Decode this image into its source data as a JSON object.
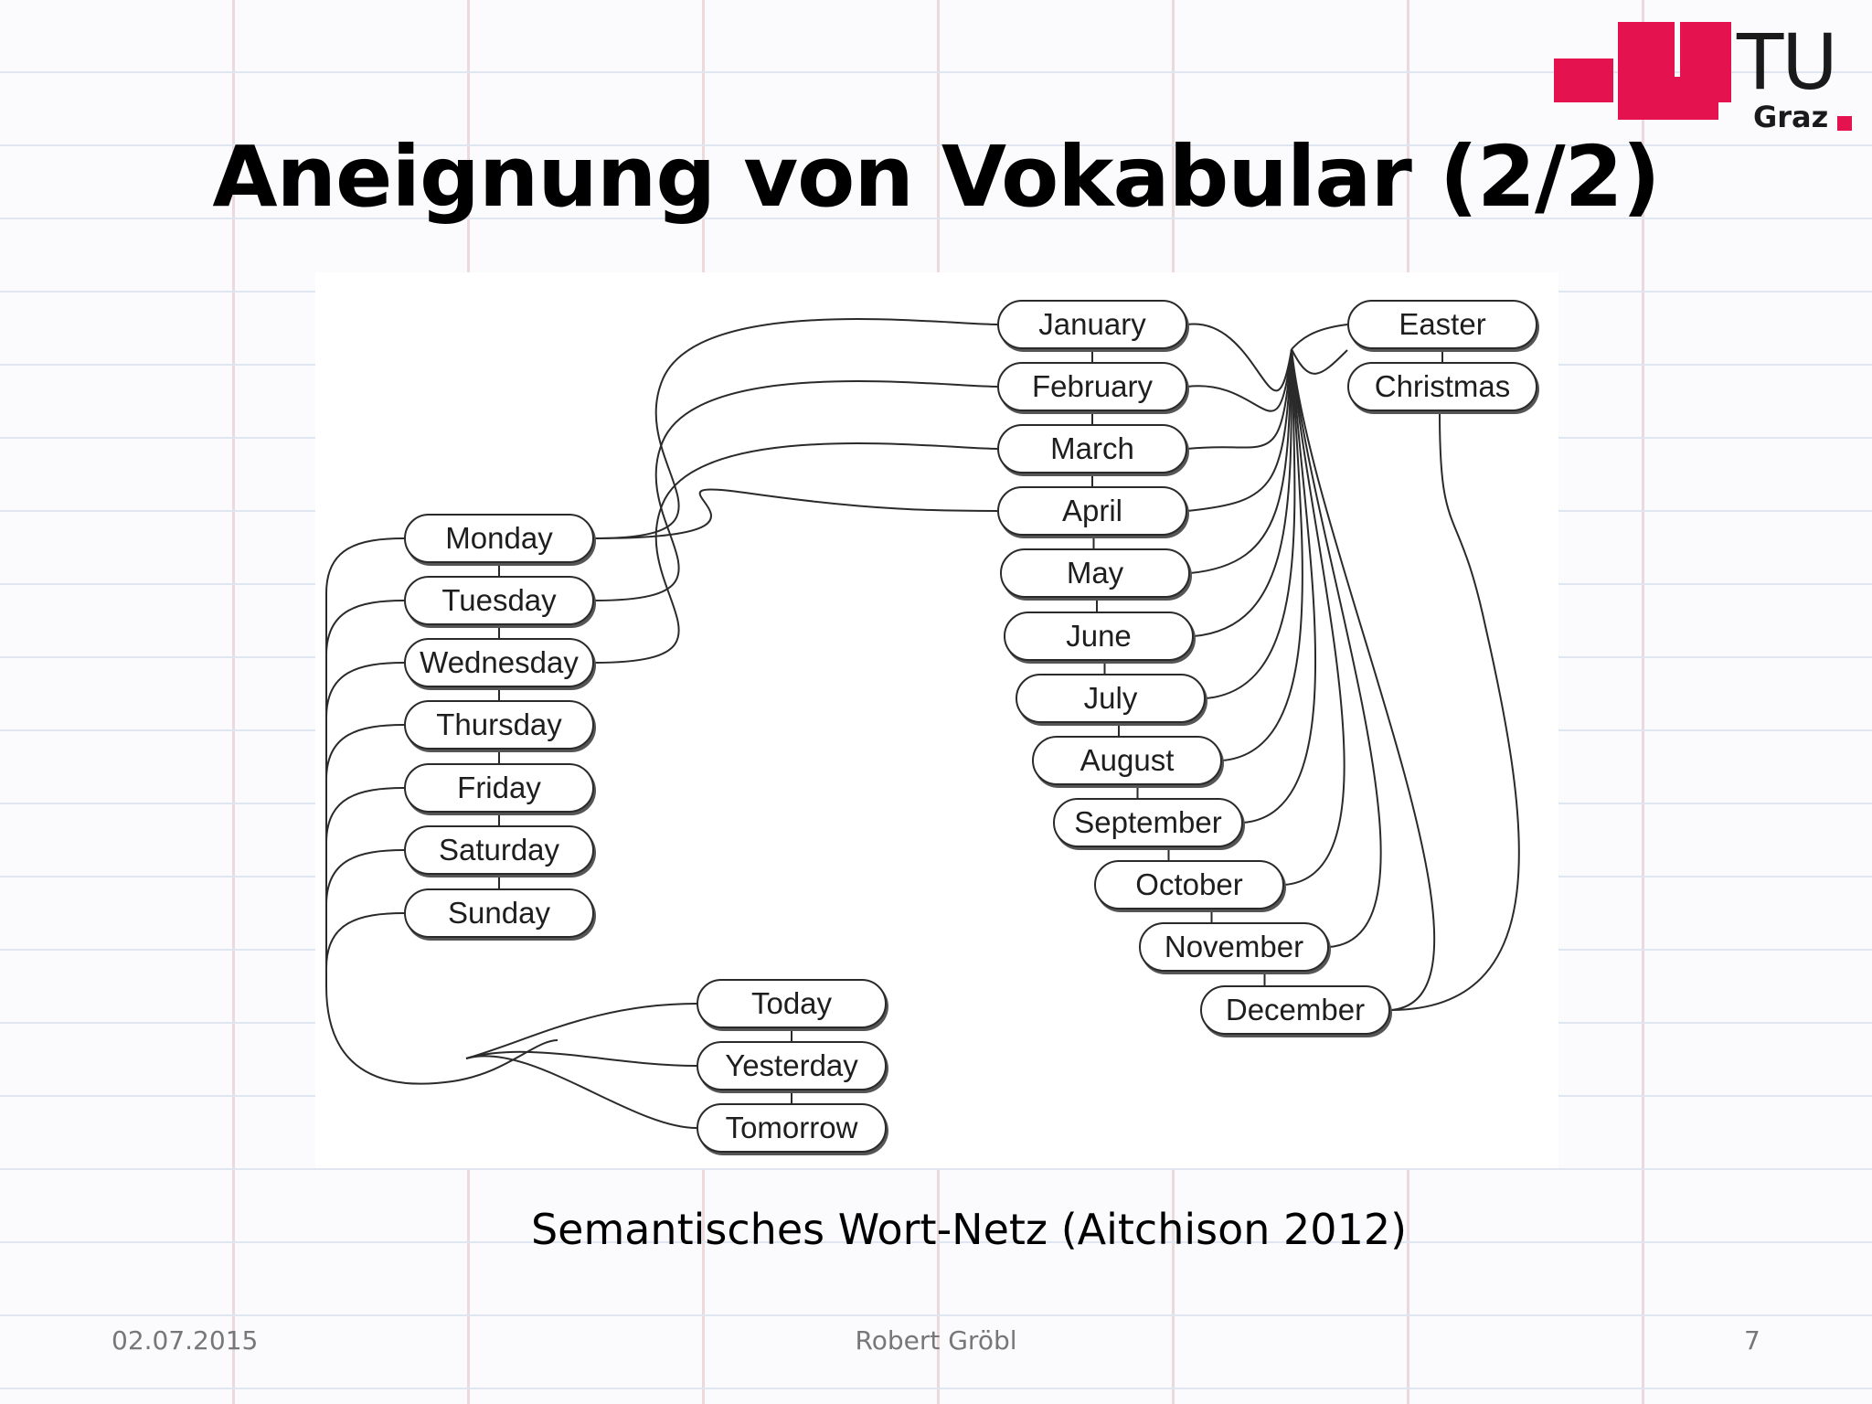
{
  "slide": {
    "title": "Aneignung von Vokabular (2/2)",
    "caption": "Semantisches Wort-Netz (Aitchison 2012)"
  },
  "logo": {
    "text_main": "TU",
    "text_sub": "Graz",
    "color": "#e4134f"
  },
  "footer": {
    "date": "02.07.2015",
    "author": "Robert Gröbl",
    "page_number": "7"
  },
  "diagram": {
    "weekdays": [
      "Monday",
      "Tuesday",
      "Wednesday",
      "Thursday",
      "Friday",
      "Saturday",
      "Sunday"
    ],
    "months": [
      "January",
      "February",
      "March",
      "April",
      "May",
      "June",
      "July",
      "August",
      "September",
      "October",
      "November",
      "December"
    ],
    "holidays": [
      "Easter",
      "Christmas"
    ],
    "relative_days": [
      "Today",
      "Yesterday",
      "Tomorrow"
    ]
  }
}
